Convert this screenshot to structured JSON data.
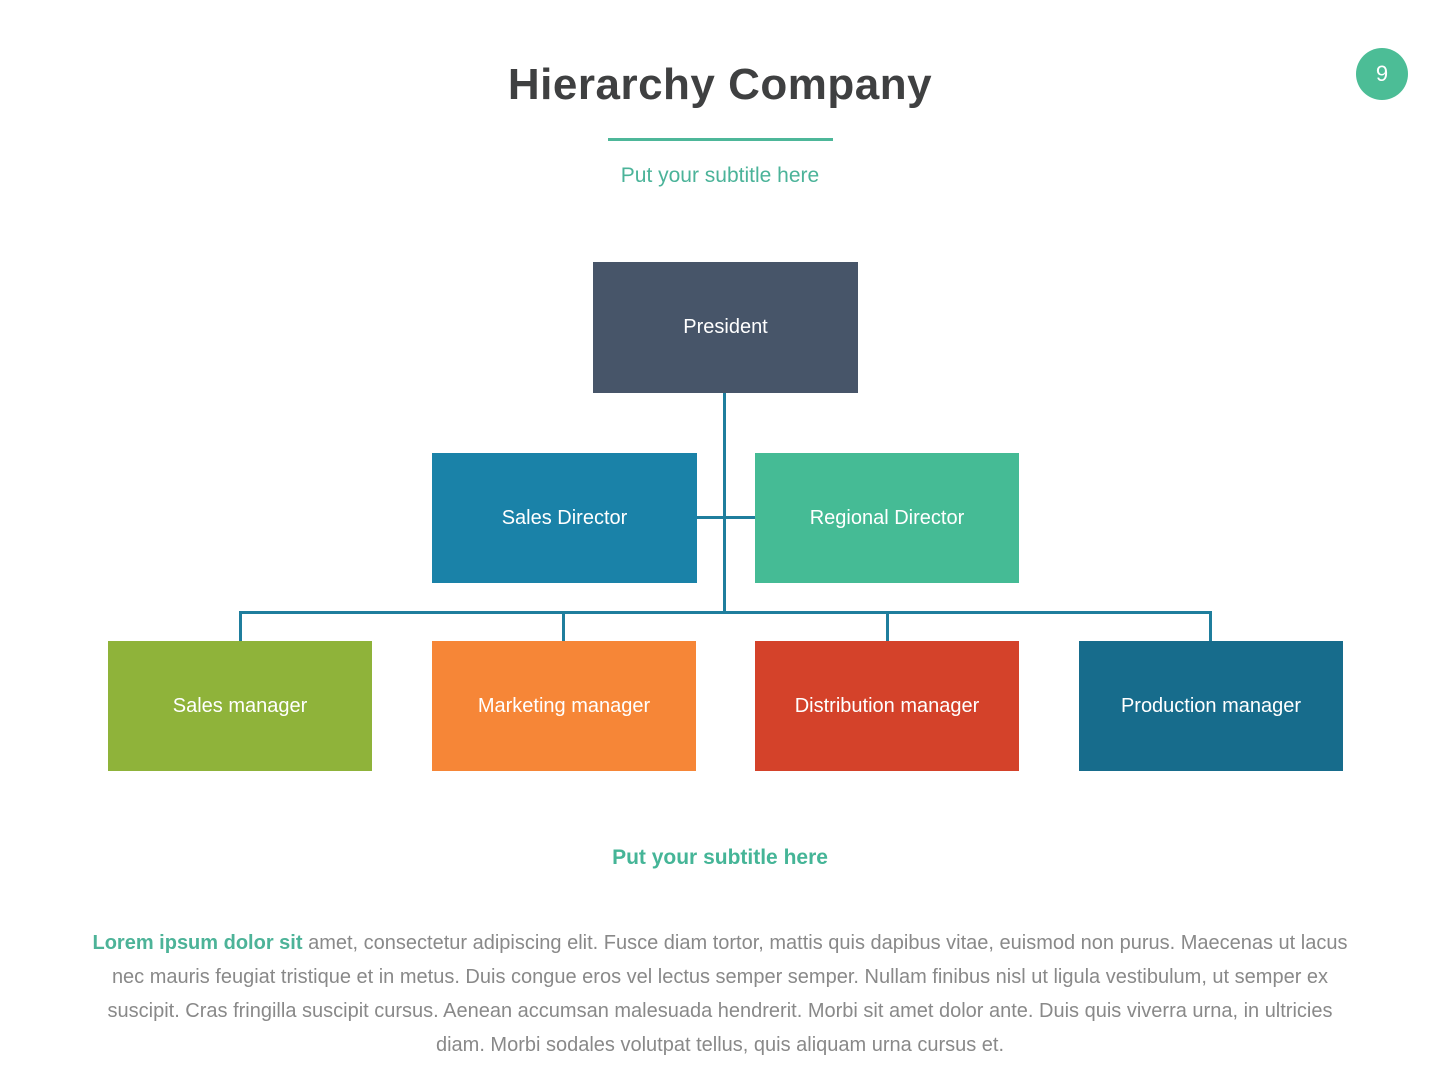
{
  "page": {
    "number": "9",
    "title": "Hierarchy Company",
    "subtitle": "Put your subtitle here"
  },
  "org_chart": {
    "type": "org-hierarchy",
    "president": {
      "label": "President",
      "color": "#475569"
    },
    "sales_director": {
      "label": "Sales Director",
      "color": "#1a82a8"
    },
    "regional_director": {
      "label": "Regional Director",
      "color": "#45bb95"
    },
    "sales_manager": {
      "label": "Sales manager",
      "color": "#8fb33a"
    },
    "marketing_manager": {
      "label": "Marketing manager",
      "color": "#f68637"
    },
    "distribution_manager": {
      "label": "Distribution manager",
      "color": "#d4422a"
    },
    "production_manager": {
      "label": "Production manager",
      "color": "#176c8c"
    },
    "levels": [
      [
        "President"
      ],
      [
        "Sales Director",
        "Regional Director"
      ],
      [
        "Sales manager",
        "Marketing manager",
        "Distribution manager",
        "Production manager"
      ]
    ],
    "connector_color": "#1f7e9d"
  },
  "footer": {
    "subtitle": "Put your subtitle here",
    "paragraph_lead": "Lorem ipsum dolor sit",
    "paragraph_rest": " amet, consectetur adipiscing elit. Fusce diam tortor, mattis quis dapibus vitae, euismod non purus. Maecenas ut lacus nec mauris feugiat tristique et in metus. Duis congue eros vel lectus semper semper. Nullam finibus nisl ut ligula vestibulum, ut semper ex suscipit. Cras fringilla suscipit cursus. Aenean accumsan malesuada hendrerit. Morbi sit amet dolor ante. Duis quis viverra urna, in ultricies diam. Morbi sodales volutpat tellus, quis aliquam urna cursus et."
  },
  "colors": {
    "accent_teal": "#4db799",
    "title_text": "#3f4041",
    "body_text": "#898989",
    "page_badge_bg": "#4cbd96"
  }
}
